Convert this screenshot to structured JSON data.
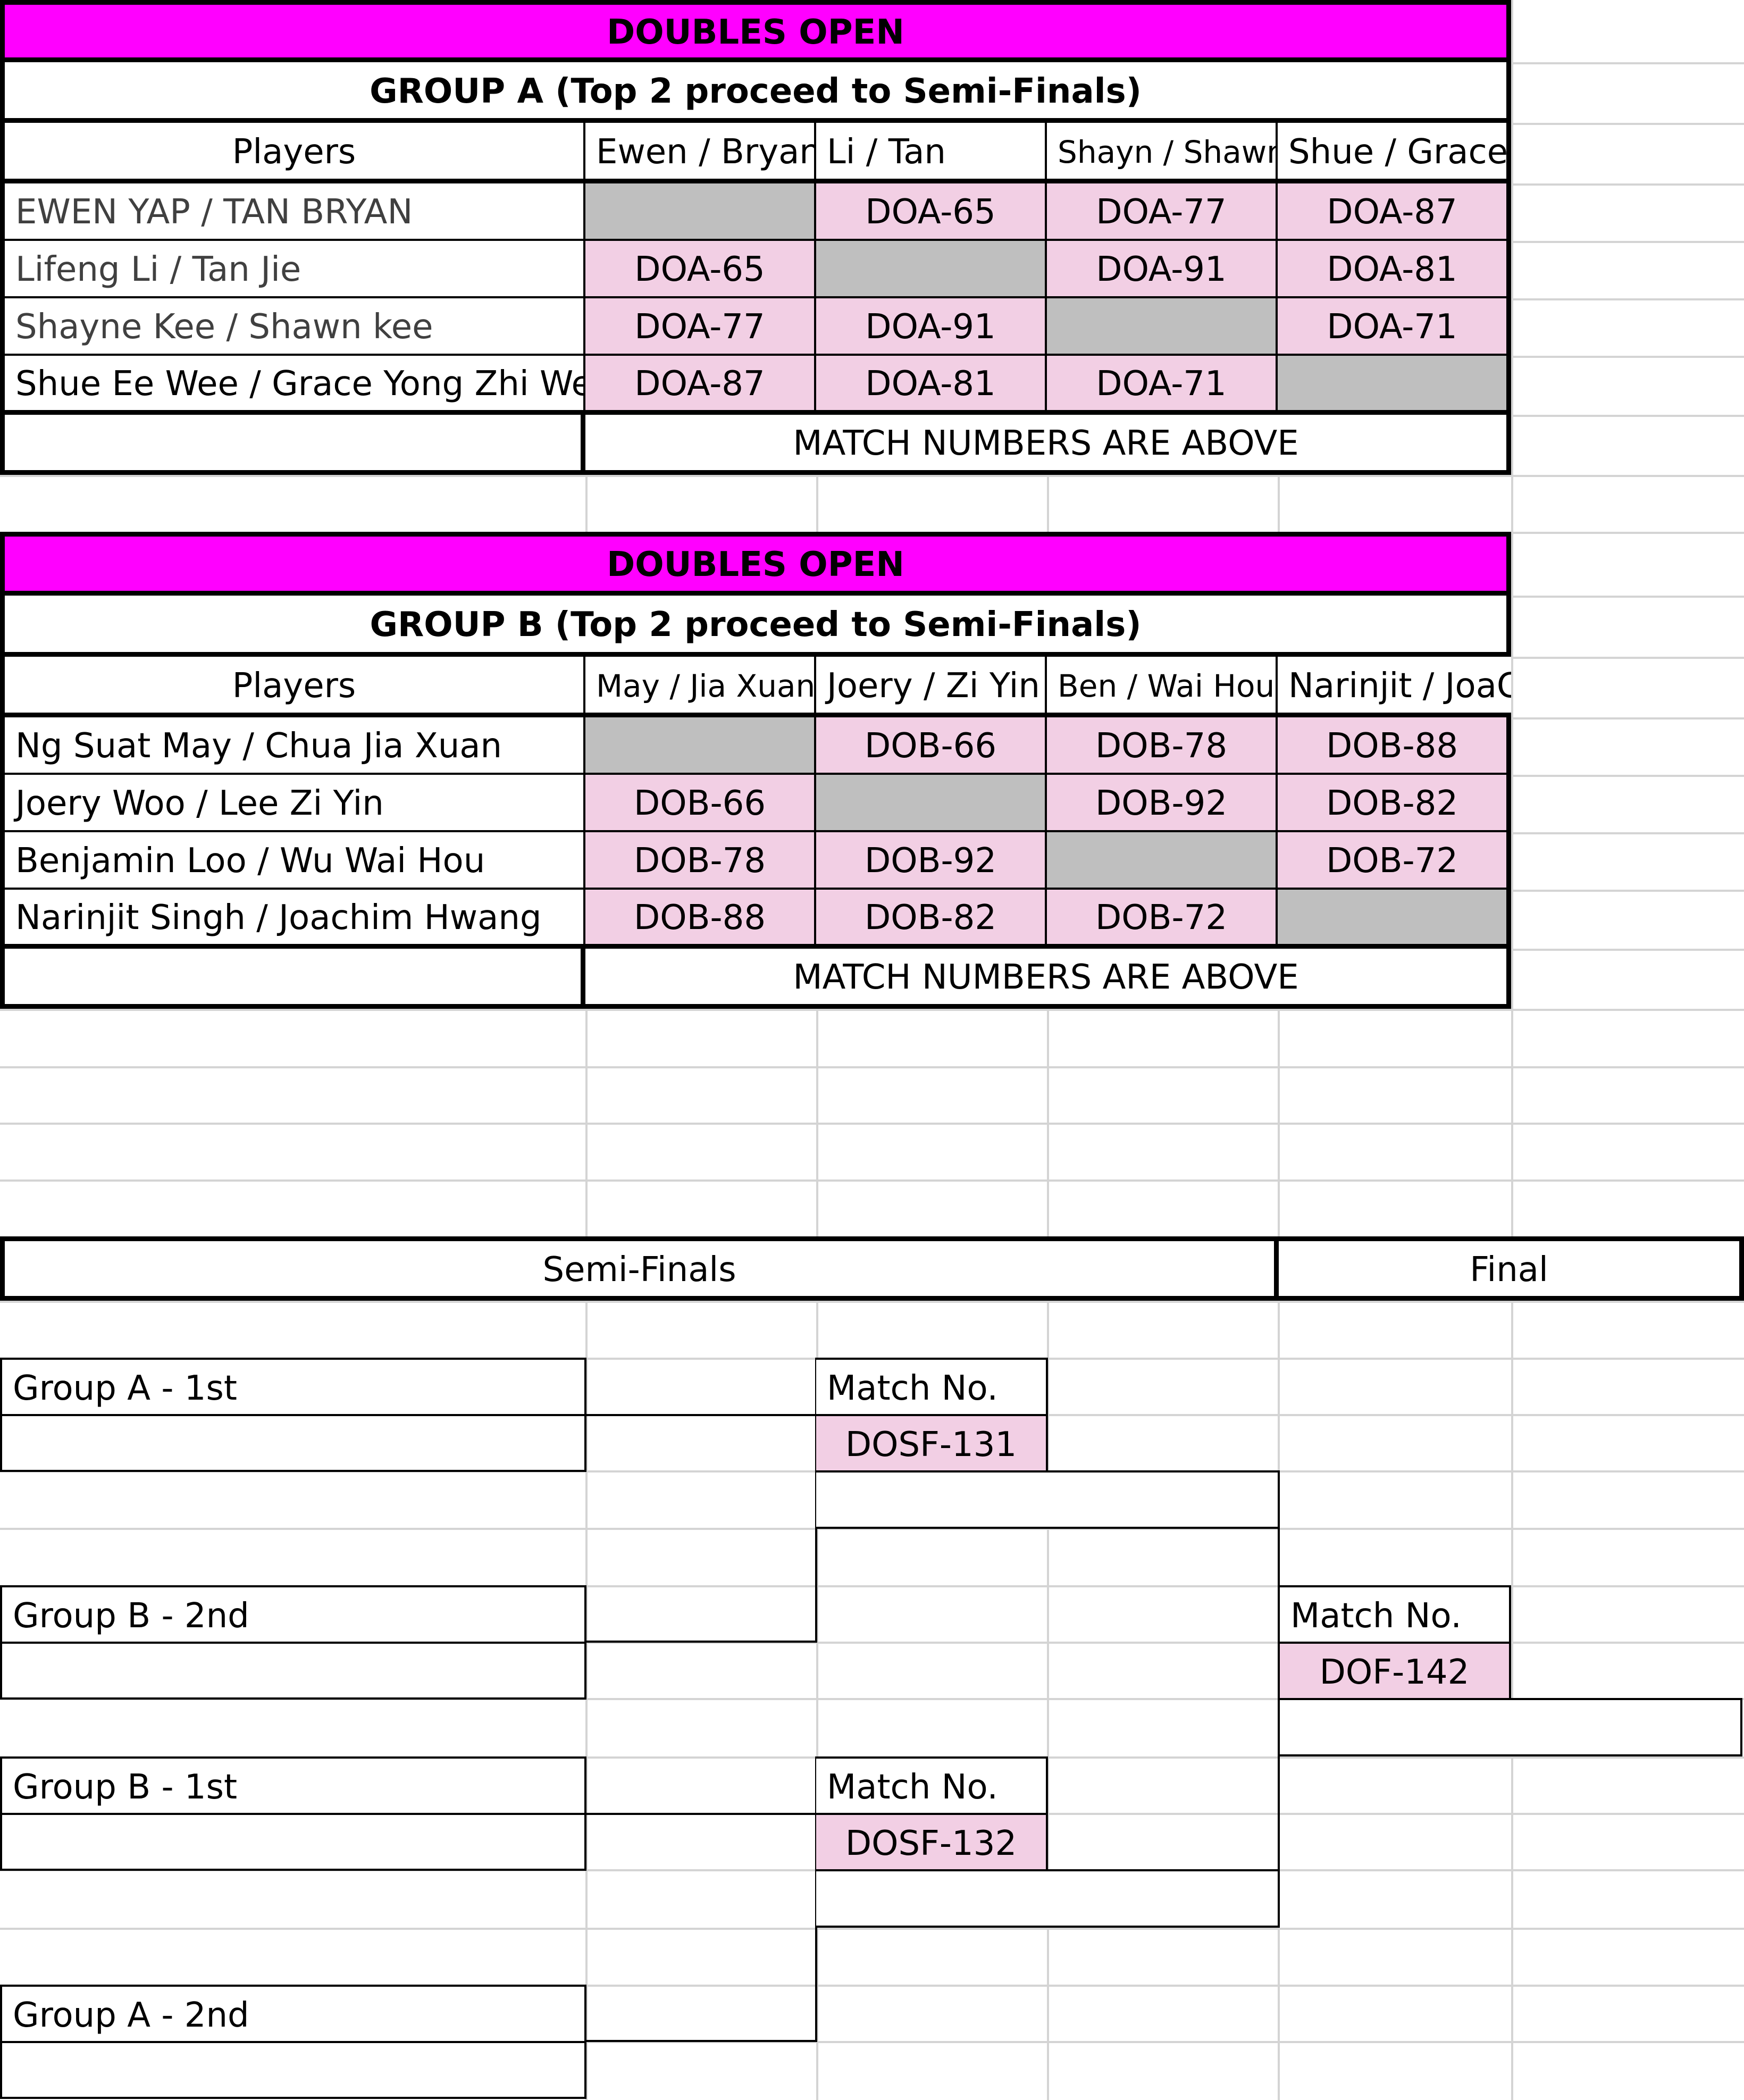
{
  "groupA": {
    "banner": "DOUBLES OPEN",
    "subtitle": "GROUP A (Top 2 proceed to Semi-Finals)",
    "players_header": "Players",
    "columns": [
      "Ewen / Bryan",
      "Li / Tan",
      "Shayn / Shawn",
      "Shue / Grace"
    ],
    "rows": [
      {
        "name": "EWEN YAP / TAN BRYAN",
        "cells": [
          "",
          "DOA-65",
          "DOA-77",
          "DOA-87"
        ]
      },
      {
        "name": "Lifeng Li / Tan Jie",
        "cells": [
          "DOA-65",
          "",
          "DOA-91",
          "DOA-81"
        ]
      },
      {
        "name": "Shayne Kee / Shawn kee",
        "cells": [
          "DOA-77",
          "DOA-91",
          "",
          "DOA-71"
        ]
      },
      {
        "name": "Shue Ee Wee / Grace Yong Zhi Wei",
        "cells": [
          "DOA-87",
          "DOA-81",
          "DOA-71",
          ""
        ]
      }
    ],
    "footer": "MATCH NUMBERS ARE ABOVE"
  },
  "groupB": {
    "banner": "DOUBLES OPEN",
    "subtitle": "GROUP B (Top 2 proceed to Semi-Finals)",
    "players_header": "Players",
    "columns": [
      "May / Jia Xuan",
      "Joery / Zi Yin",
      "Ben / Wai Hou",
      "Narinjit / JoaC"
    ],
    "rows": [
      {
        "name": "Ng Suat May / Chua Jia Xuan",
        "cells": [
          "",
          "DOB-66",
          "DOB-78",
          "DOB-88"
        ]
      },
      {
        "name": "Joery Woo / Lee Zi Yin",
        "cells": [
          "DOB-66",
          "",
          "DOB-92",
          "DOB-82"
        ]
      },
      {
        "name": "Benjamin Loo / Wu Wai Hou",
        "cells": [
          "DOB-78",
          "DOB-92",
          "",
          "DOB-72"
        ]
      },
      {
        "name": "Narinjit Singh / Joachim Hwang",
        "cells": [
          "DOB-88",
          "DOB-82",
          "DOB-72",
          ""
        ]
      }
    ],
    "footer": "MATCH NUMBERS ARE ABOVE"
  },
  "bracket": {
    "semis_header": "Semi-Finals",
    "final_header": "Final",
    "seeds": [
      "Group A - 1st",
      "Group B - 2nd",
      "Group B - 1st",
      "Group A - 2nd"
    ],
    "match_label": "Match No.",
    "sf1": "DOSF-131",
    "sf2": "DOSF-132",
    "final": "DOF-142"
  },
  "colors": {
    "banner": "#ff00ff",
    "match_cell": "#f2cfe4",
    "blocked_cell": "#bfbfbf",
    "gridline": "#d4d4d4"
  }
}
